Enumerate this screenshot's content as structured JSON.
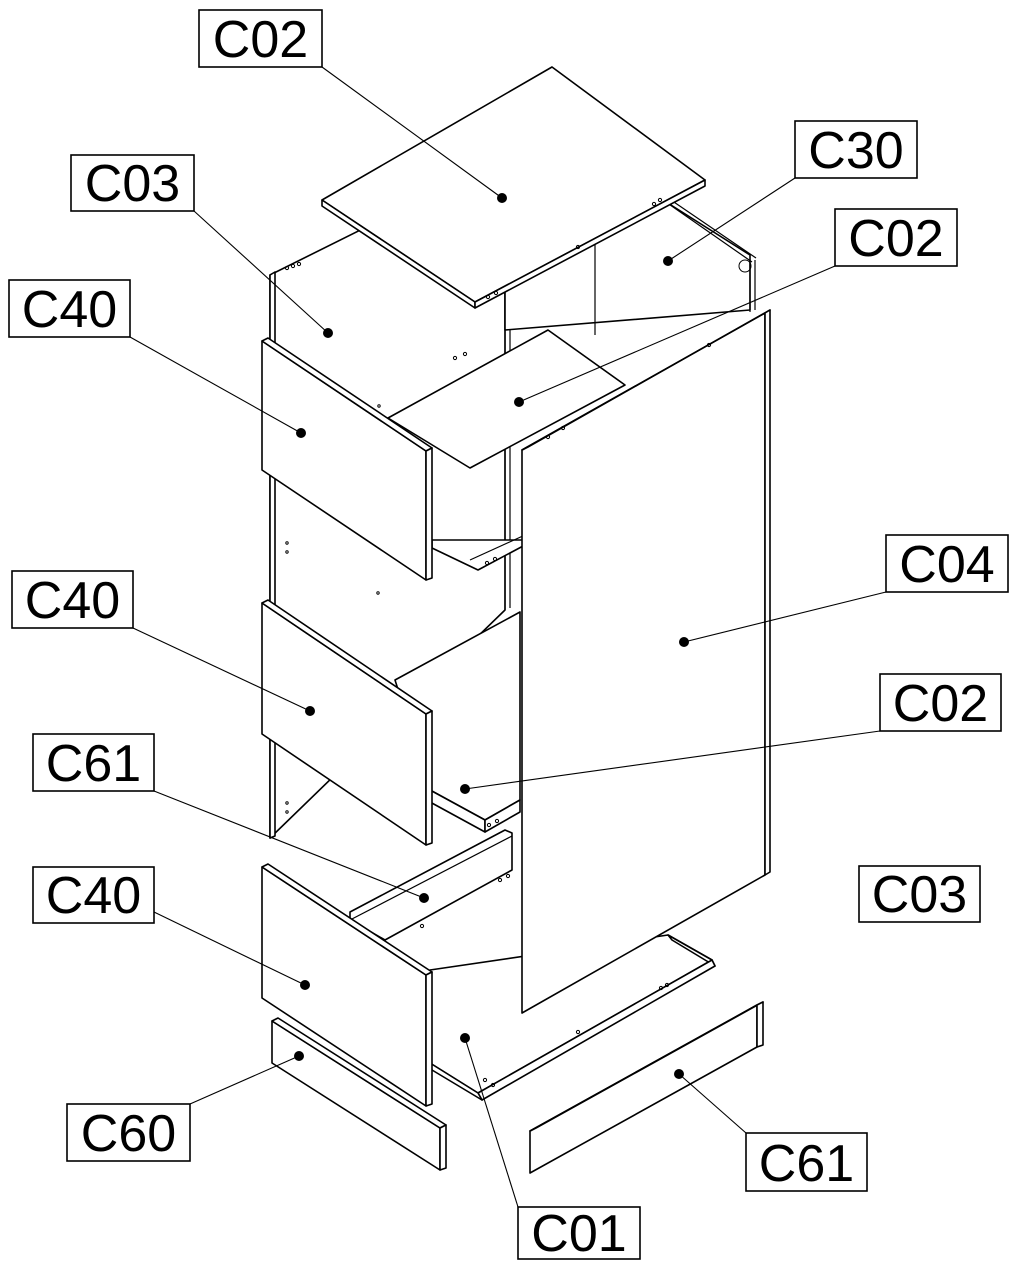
{
  "labels": [
    {
      "id": "top-c02",
      "text": "C02"
    },
    {
      "id": "left-side-c03",
      "text": "C03"
    },
    {
      "id": "back-c30",
      "text": "C30"
    },
    {
      "id": "shelf-c02",
      "text": "C02"
    },
    {
      "id": "upper-front-c40",
      "text": "C40"
    },
    {
      "id": "side-c04",
      "text": "C04"
    },
    {
      "id": "middle-front-c40",
      "text": "C40"
    },
    {
      "id": "lower-shelf-c02",
      "text": "C02"
    },
    {
      "id": "rail-c61",
      "text": "C61"
    },
    {
      "id": "other-side-c03",
      "text": "C03"
    },
    {
      "id": "lower-front-c40",
      "text": "C40"
    },
    {
      "id": "plinth-c60",
      "text": "C60"
    },
    {
      "id": "plinth-c61",
      "text": "C61"
    },
    {
      "id": "bottom-c01",
      "text": "C01"
    }
  ]
}
